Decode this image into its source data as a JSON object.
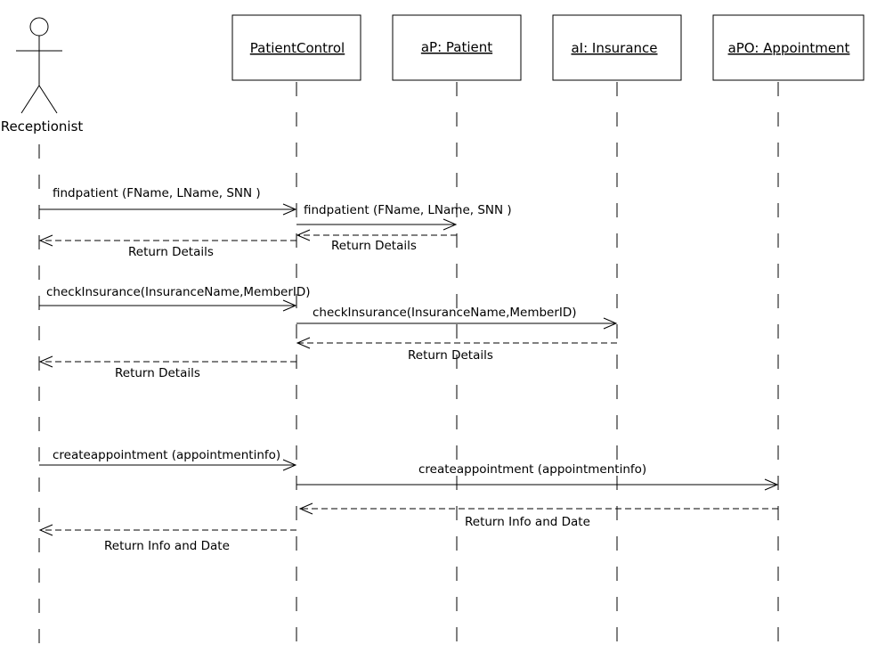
{
  "actor": {
    "label": "Receptionist"
  },
  "lifelines": [
    {
      "id": "patient-control",
      "label": "PatientControl"
    },
    {
      "id": "patient",
      "label": "aP: Patient"
    },
    {
      "id": "insurance",
      "label": "aI: Insurance"
    },
    {
      "id": "appointment",
      "label": "aPO: Appointment"
    }
  ],
  "messages": [
    {
      "label": "findpatient (FName, LName, SNN )",
      "kind": "call"
    },
    {
      "label": "findpatient (FName, LName, SNN )",
      "kind": "call"
    },
    {
      "label": "Return Details",
      "kind": "return"
    },
    {
      "label": "Return Details",
      "kind": "return"
    },
    {
      "label": "checkInsurance(InsuranceName,MemberID)",
      "kind": "call"
    },
    {
      "label": "checkInsurance(InsuranceName,MemberID)",
      "kind": "call"
    },
    {
      "label": "Return Details",
      "kind": "return"
    },
    {
      "label": "Return Details",
      "kind": "return"
    },
    {
      "label": "createappointment (appointmentinfo)",
      "kind": "call"
    },
    {
      "label": "createappointment (appointmentinfo)",
      "kind": "call"
    },
    {
      "label": "Return Info and Date",
      "kind": "return"
    },
    {
      "label": "Return Info and Date",
      "kind": "return"
    }
  ]
}
